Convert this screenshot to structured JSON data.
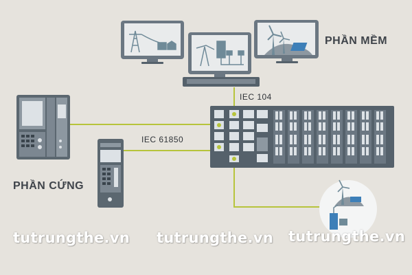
{
  "labels": {
    "software": "PHẦN MỀM",
    "hardware": "PHẦN CỨNG",
    "iec104": "IEC 104",
    "iec61850": "IEC 61850"
  },
  "watermark": {
    "left": "tutrungthe.vn",
    "center": "tutrungthe.vn",
    "right": "tutrungthe.vn"
  },
  "colors": {
    "background": "#e6e3dd",
    "link_line": "#b7c43b",
    "monitor_frame": "#6b7782",
    "monitor_screen": "#e9ebec",
    "scene_ink": "#6f8a98",
    "panel_light": "#8d98a1",
    "panel_dark": "#5b6770",
    "accent_green": "#8db84a",
    "accent_blue": "#3d7fb8"
  },
  "icons": {
    "monitor_left": "power-transmission-tower-icon",
    "monitor_center": "substation-icon",
    "monitor_right": "wind-solar-icon",
    "bubble": "renewable-site-icon"
  }
}
